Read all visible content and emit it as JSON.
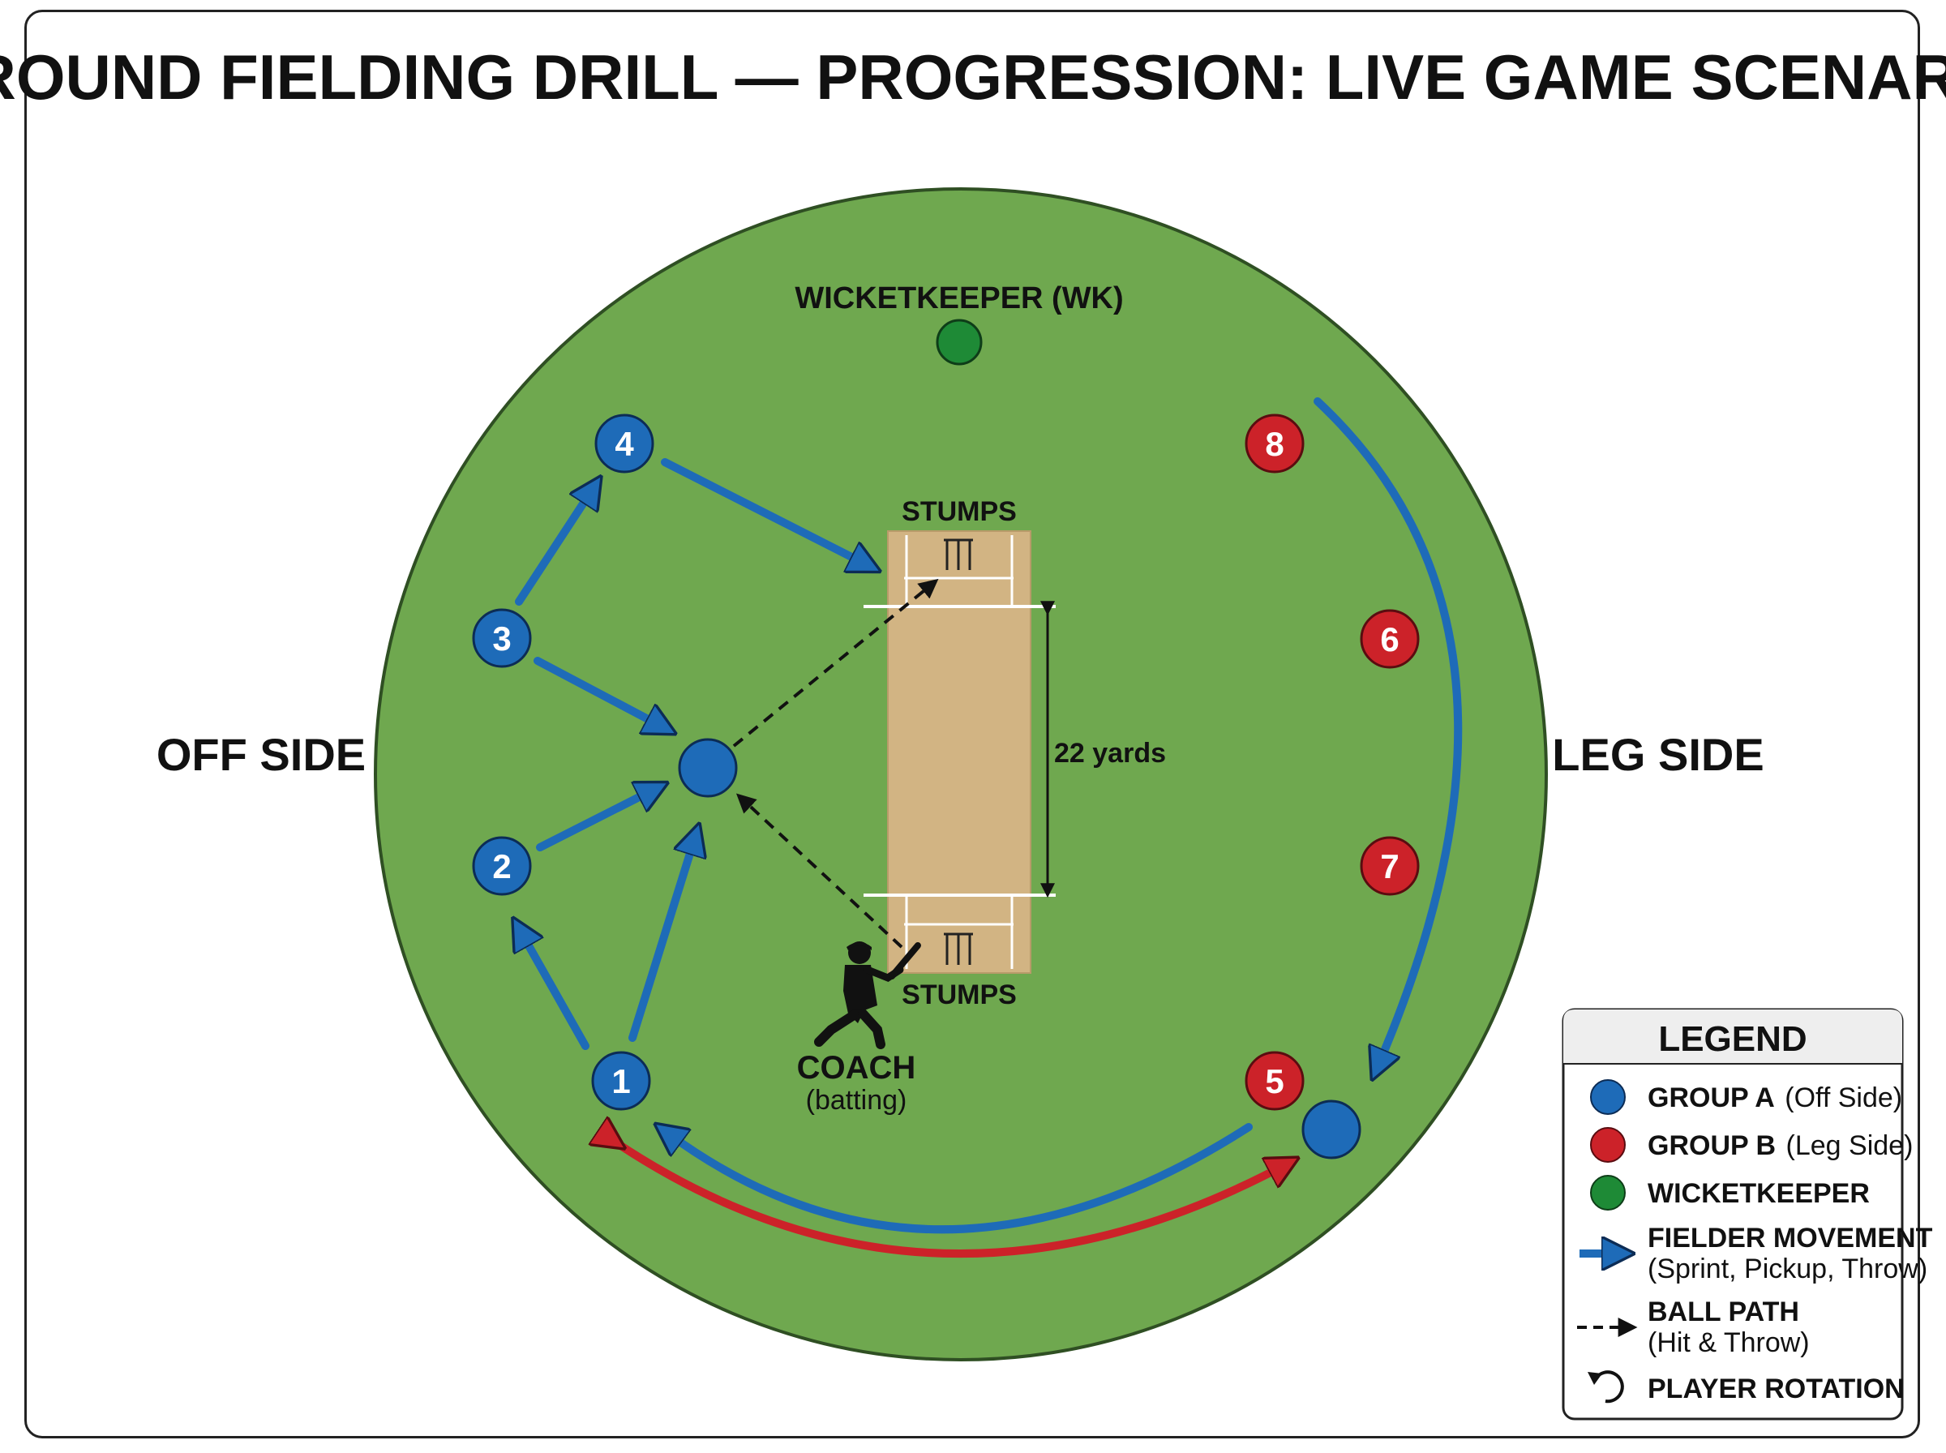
{
  "title": "GROUND FIELDING DRILL — PROGRESSION: LIVE GAME SCENARIO",
  "sides": {
    "off": "OFF SIDE",
    "leg": "LEG SIDE"
  },
  "wicketkeeper_label": "WICKETKEEPER (WK)",
  "stumps_label_top": "STUMPS",
  "stumps_label_bottom": "STUMPS",
  "pitch_length": "22 yards",
  "coach": {
    "name": "COACH",
    "role": "(batting)"
  },
  "players": {
    "p1": "1",
    "p2": "2",
    "p3": "3",
    "p4": "4",
    "p5": "5",
    "p6": "6",
    "p7": "7",
    "p8": "8"
  },
  "legend": {
    "title": "LEGEND",
    "group_a": {
      "bold": "GROUP A",
      "normal": "(Off Side)"
    },
    "group_b": {
      "bold": "GROUP B",
      "normal": "(Leg Side)"
    },
    "wicketkeeper": "WICKETKEEPER",
    "fielder_movement": {
      "bold": "FIELDER MOVEMENT",
      "normal": "(Sprint, Pickup, Throw)"
    },
    "ball_path": {
      "bold": "BALL PATH",
      "normal": "(Hit & Throw)"
    },
    "player_rotation": "PLAYER ROTATION"
  },
  "colors": {
    "field": "#6fa84f",
    "field_edge": "#2f4f23",
    "pitch": "#d2b483",
    "group_a": "#1e6bb8",
    "group_b": "#cc2229",
    "wicketkeeper": "#1e8a36",
    "arrow_blue": "#1e6bb8",
    "arrow_red": "#cc2229"
  },
  "icons": {
    "fielder": "circle-marker",
    "arrow": "fielder-movement-arrow",
    "ball": "dashed-ball-path",
    "rotation": "rotation-arrow-icon",
    "coach": "batsman-silhouette-icon",
    "stumps": "stumps-icon"
  }
}
